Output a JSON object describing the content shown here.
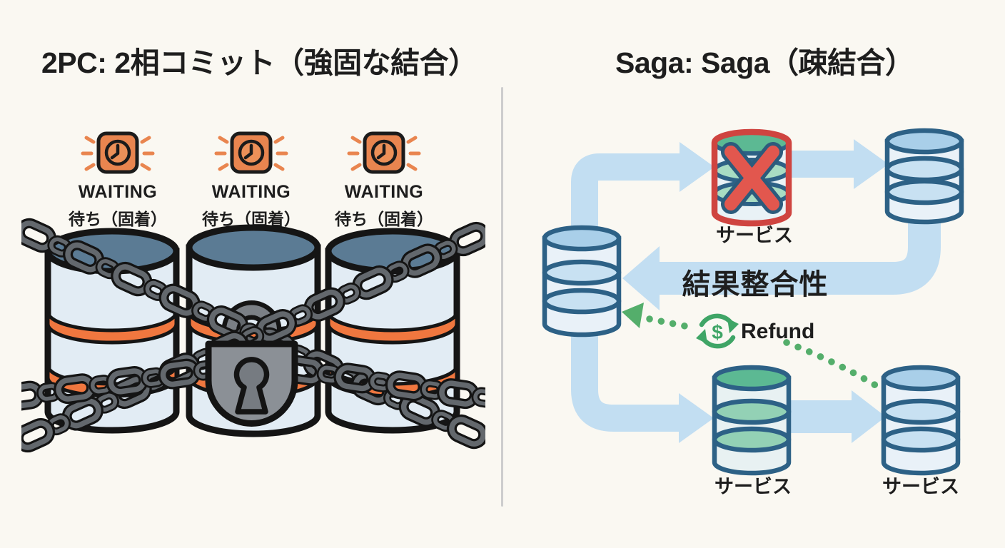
{
  "left_panel": {
    "title": "2PC: 2相コミット（強固な結合）",
    "waiting_items": [
      {
        "label": "WAITING",
        "sublabel": "待ち（固着）"
      },
      {
        "label": "WAITING",
        "sublabel": "待ち（固着）"
      },
      {
        "label": "WAITING",
        "sublabel": "待ち（固着）"
      }
    ],
    "icons": {
      "clock": "waiting-clock-icon",
      "databases": "chained-database-cylinders",
      "chain": "chain-links",
      "padlock": "padlock-icon"
    }
  },
  "right_panel": {
    "title": "Saga: Saga（疎結合）",
    "failed_service_label": "サービス",
    "eventual_consistency_label": "結果整合性",
    "refund_label": "Refund",
    "refund_currency_symbol": "$",
    "bottom_left_service_label": "サービス",
    "bottom_right_service_label": "サービス",
    "icons": {
      "failed_database": "failed-service-database-icon",
      "refund_cycle": "refund-cycle-icon",
      "flow_arrows": "saga-flow-arrows",
      "compensation_trail": "compensation-dotted-arrow"
    }
  },
  "colors": {
    "background": "#FAF8F2",
    "arrow_blue": "#C2DEF2",
    "db_outline_blue": "#2D6186",
    "db_top_blue": "#A9CFE9",
    "db_band_blue": "#C8E1F2",
    "db_body_light": "#E9F1F8",
    "db_top_green": "#5CB993",
    "db_band_green": "#93D1B5",
    "error_red_outline": "#CF4440",
    "x_red": "#E2574E",
    "waiting_orange": "#E9854F",
    "stripe_orange": "#F0773F",
    "refund_green": "#3FA566",
    "dotted_green": "#54AE6B",
    "chain_gray": "#63686D",
    "padlock_gray": "#8B9096",
    "left_db_top_slate": "#5B7B94",
    "text_black": "#1E1E1E"
  }
}
